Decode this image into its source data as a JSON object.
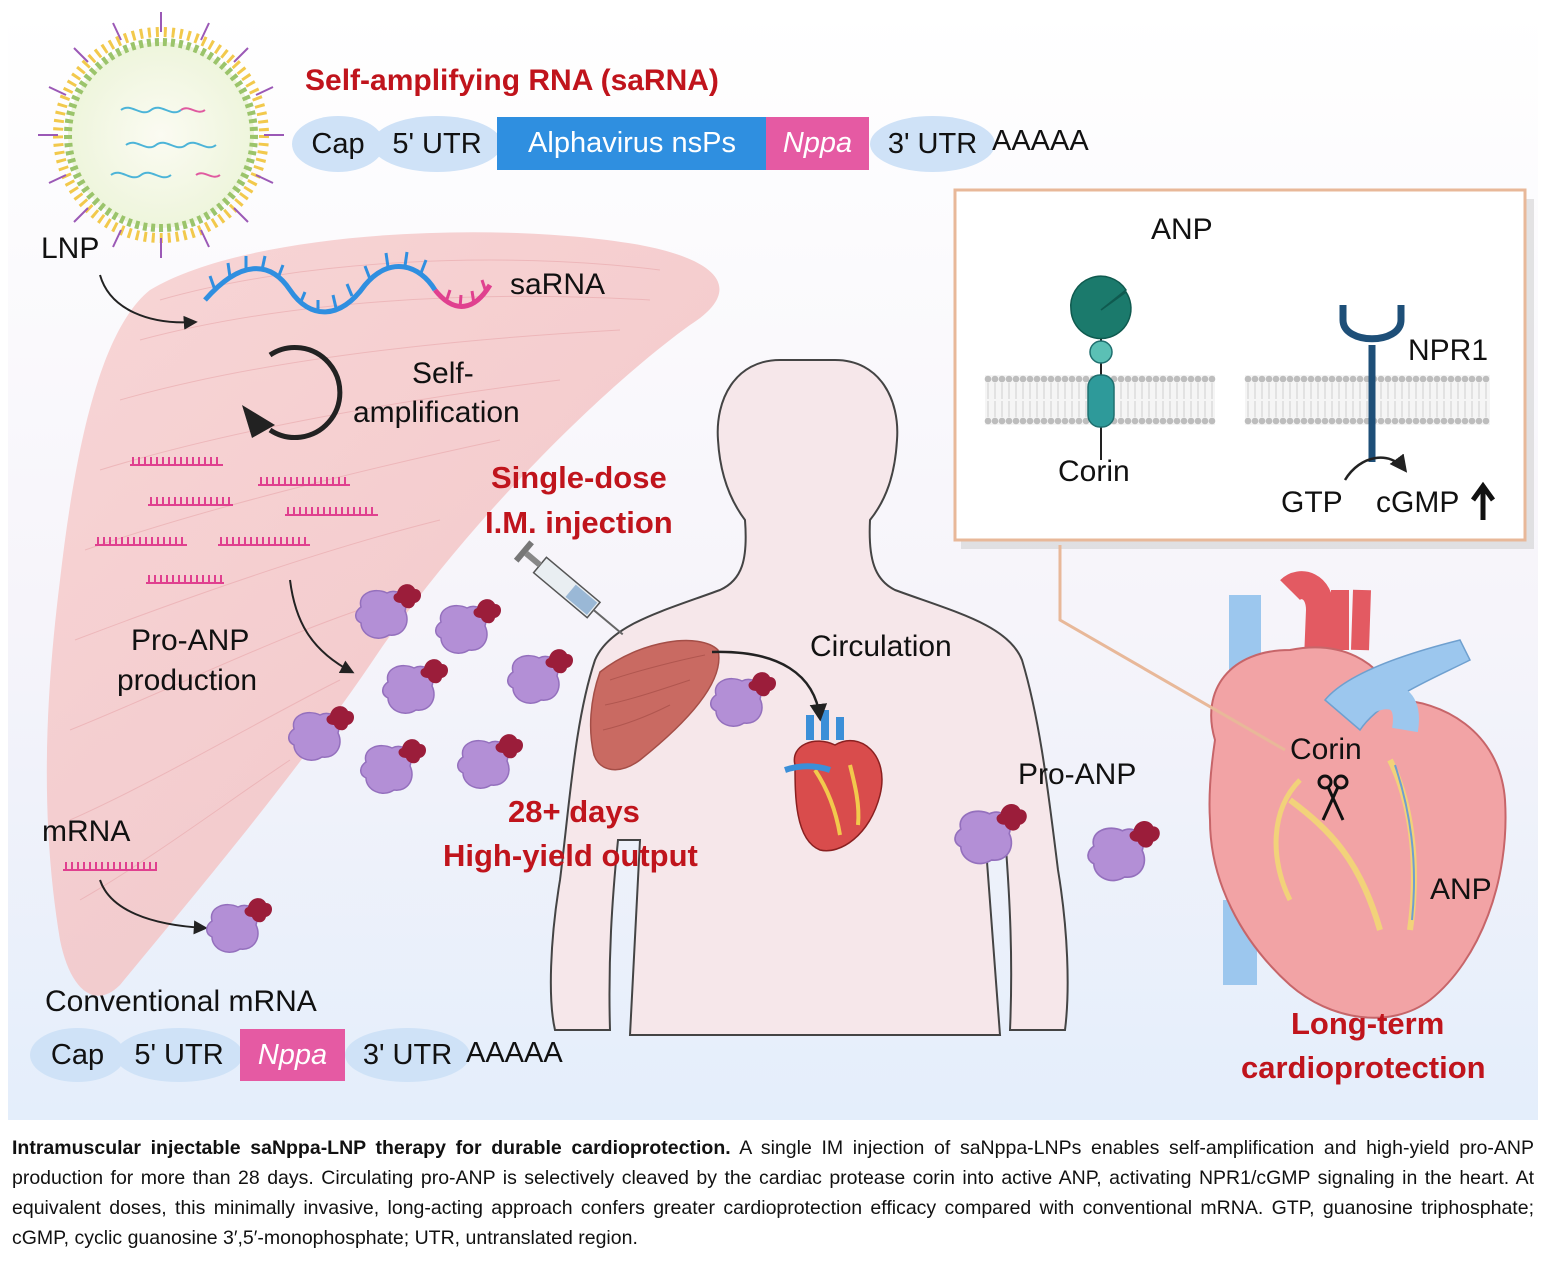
{
  "header": {
    "title": "Self-amplifying RNA (saRNA)",
    "construct": [
      "Cap",
      "5' UTR",
      "Alphavirus nsPs",
      "Nppa",
      "3' UTR",
      "AAAAA"
    ]
  },
  "conventional": {
    "title": "Conventional mRNA",
    "construct": [
      "Cap",
      "5' UTR",
      "Nppa",
      "3' UTR",
      "AAAAA"
    ]
  },
  "labels": {
    "lnp": "LNP",
    "sarna": "saRNA",
    "self_amp_1": "Self-",
    "self_amp_2": "amplification",
    "proanp_prod_1": "Pro-ANP",
    "proanp_prod_2": "production",
    "mrna": "mRNA",
    "single_dose_1": "Single-dose",
    "single_dose_2": "I.M. injection",
    "days_1": "28+ days",
    "days_2": "High-yield output",
    "circulation": "Circulation",
    "pro_anp": "Pro-ANP",
    "corin_heart": "Corin",
    "anp_heart": "ANP",
    "longterm_1": "Long-term",
    "longterm_2": "cardioprotection"
  },
  "inset": {
    "anp": "ANP",
    "corin": "Corin",
    "npr1": "NPR1",
    "gtp": "GTP",
    "cgmp": "cGMP"
  },
  "caption": {
    "bold": "Intramuscular injectable saNppa-LNP therapy for durable cardioprotection.",
    "text": " A single IM injection of saNppa-LNPs enables self-amplification and high-yield pro-ANP production for more than 28 days. Circulating pro-ANP is selectively cleaved by the cardiac protease corin into active ANP, activating NPR1/cGMP signaling in the heart. At equivalent doses, this minimally invasive, long-acting approach confers greater cardioprotection efficacy compared with conventional mRNA. GTP, guanosine triphosphate; cGMP, cyclic guanosine 3′,5′-monophosphate; UTR, untranslated region."
  },
  "colors": {
    "title_red": "#c0141c",
    "alphavirus_blue": "#2f8fe0",
    "nppa_pink": "#e55aa3",
    "utr_ellipse": "#cfe2f7",
    "protein_purple": "#b38fd6",
    "anp_crimson": "#9b1d3a",
    "muscle_pink": "#f3c2c4",
    "inset_border": "#e8b899"
  }
}
